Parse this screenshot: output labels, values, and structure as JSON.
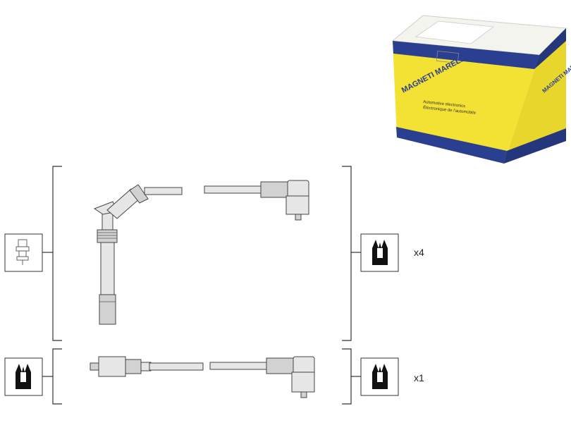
{
  "box": {
    "brand_top": "MAGNETI MARELLI",
    "brand_side": "MAGNETI MARELLI",
    "tagline_1": "Automotive electronics",
    "tagline_2": "Électronique de l'automobile",
    "colors": {
      "yellow": "#f3e233",
      "blue": "#2a3f8f",
      "white": "#f4f4ef"
    }
  },
  "quantities": {
    "top_set": "x4",
    "bottom_set": "x1"
  },
  "icons": {
    "left_top": "spark-plug-terminal-icon",
    "left_bottom": "boot-connector-icon",
    "right_top": "boot-connector-icon",
    "right_bottom": "boot-connector-icon"
  }
}
